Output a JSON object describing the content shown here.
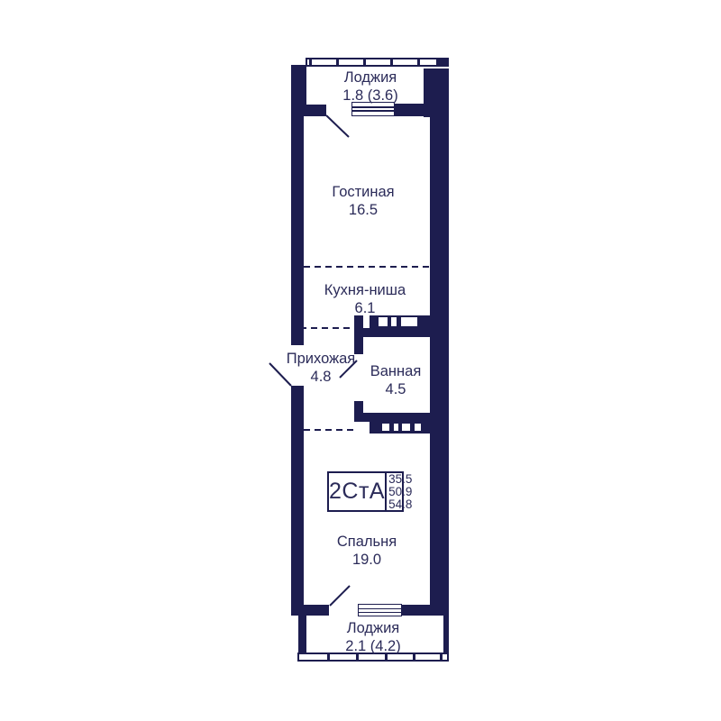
{
  "plan": {
    "unit": {
      "type_label": "2СтА",
      "areas": [
        "35.5",
        "50.9",
        "54.8"
      ]
    },
    "rooms": {
      "loggia_top": {
        "name": "Лоджия",
        "area": "1.8 (3.6)"
      },
      "living": {
        "name": "Гостиная",
        "area": "16.5"
      },
      "kitchen": {
        "name": "Кухня-ниша",
        "area": "6.1"
      },
      "hall": {
        "name": "Прихожая",
        "area": "4.8"
      },
      "bath": {
        "name": "Ванная",
        "area": "4.5"
      },
      "bedroom": {
        "name": "Спальня",
        "area": "19.0"
      },
      "loggia_bottom": {
        "name": "Лоджия",
        "area": "2.1 (4.2)"
      }
    },
    "colors": {
      "wall": "#1d1d4f",
      "text": "#2b2b59",
      "background": "#ffffff"
    }
  }
}
